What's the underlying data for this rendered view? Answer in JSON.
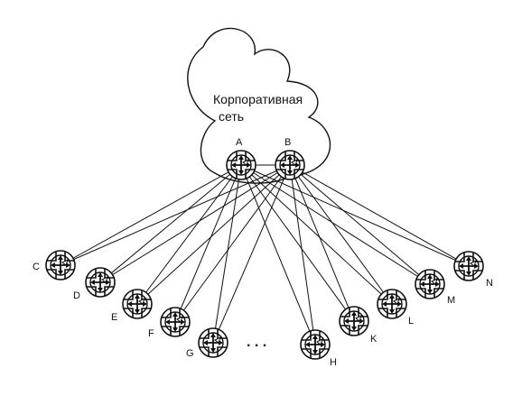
{
  "cloud": {
    "label_line1": "Корпоративная",
    "label_line2": "сеть"
  },
  "ellipsis": ". . .",
  "nodes": {
    "A": {
      "label": "A",
      "icon": "router-icon"
    },
    "B": {
      "label": "B",
      "icon": "router-icon"
    },
    "C": {
      "label": "C",
      "icon": "router-icon"
    },
    "D": {
      "label": "D",
      "icon": "router-icon"
    },
    "E": {
      "label": "E",
      "icon": "router-icon"
    },
    "F": {
      "label": "F",
      "icon": "router-icon"
    },
    "G": {
      "label": "G",
      "icon": "router-icon"
    },
    "H": {
      "label": "H",
      "icon": "router-icon"
    },
    "K": {
      "label": "K",
      "icon": "router-icon"
    },
    "L": {
      "label": "L",
      "icon": "router-icon"
    },
    "M": {
      "label": "M",
      "icon": "router-icon"
    },
    "N": {
      "label": "N",
      "icon": "router-icon"
    }
  },
  "links": [
    [
      "A",
      "B"
    ],
    [
      "A",
      "C"
    ],
    [
      "A",
      "D"
    ],
    [
      "A",
      "E"
    ],
    [
      "A",
      "F"
    ],
    [
      "A",
      "G"
    ],
    [
      "A",
      "H"
    ],
    [
      "A",
      "K"
    ],
    [
      "A",
      "L"
    ],
    [
      "A",
      "M"
    ],
    [
      "A",
      "N"
    ],
    [
      "B",
      "C"
    ],
    [
      "B",
      "D"
    ],
    [
      "B",
      "E"
    ],
    [
      "B",
      "F"
    ],
    [
      "B",
      "G"
    ],
    [
      "B",
      "H"
    ],
    [
      "B",
      "K"
    ],
    [
      "B",
      "L"
    ],
    [
      "B",
      "M"
    ],
    [
      "B",
      "N"
    ]
  ]
}
